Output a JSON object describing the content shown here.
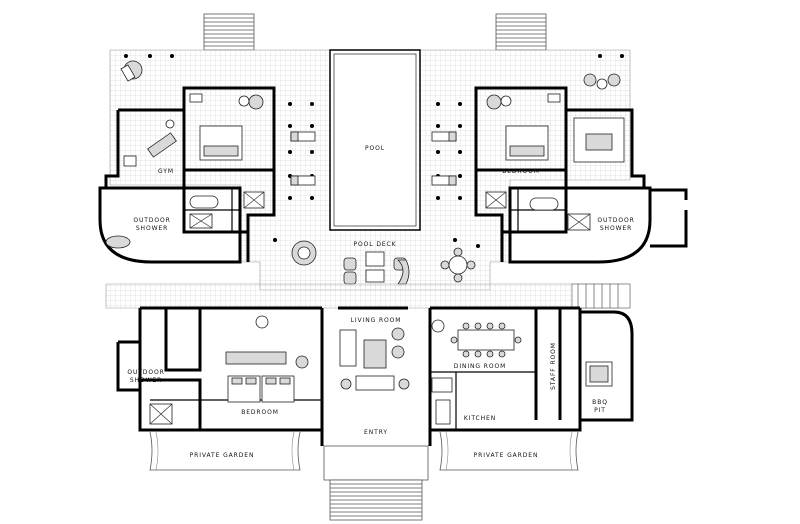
{
  "labels": {
    "pool": "POOL",
    "pool_deck": "POOL DECK",
    "gym": "GYM",
    "outdoor_shower_left_1": "OUTDOOR",
    "outdoor_shower_left_2": "SHOWER",
    "outdoor_shower_right_1": "OUTDOOR",
    "outdoor_shower_right_2": "SHOWER",
    "outdoor_shower_lower_1": "OUTDOOR",
    "outdoor_shower_lower_2": "SHOWER",
    "bedroom_upper_right": "BEDROOM",
    "bedroom_lower": "BEDROOM",
    "living_room": "LIVING ROOM",
    "dining_room": "DINING ROOM",
    "kitchen": "KITCHEN",
    "staff_room": "STAFF ROOM",
    "bbq_pit_1": "BBQ",
    "bbq_pit_2": "PIT",
    "entry": "ENTRY",
    "private_garden_left": "PRIVATE GARDEN",
    "private_garden_right": "PRIVATE GARDEN"
  },
  "colors": {
    "wall": "#000000",
    "deck_grid": "#c8c8c8",
    "furniture_fill": "#d9d9d9",
    "background": "#ffffff"
  }
}
